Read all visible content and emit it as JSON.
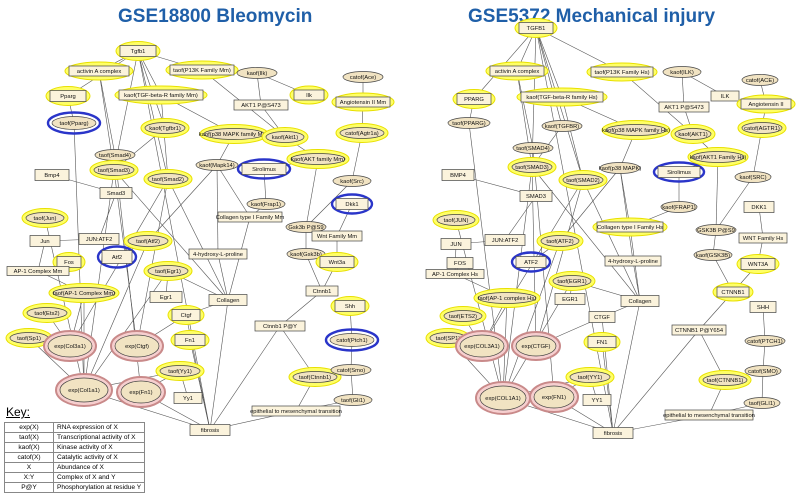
{
  "titles": {
    "left": "GSE18800 Bleomycin",
    "right": "GSE5372 Mechanical injury"
  },
  "key": {
    "title": "Key:",
    "rows": [
      {
        "k": "exp(X)",
        "v": "RNA expression of X"
      },
      {
        "k": "taof(X)",
        "v": "Transcriptional activity of X"
      },
      {
        "k": "kaof(X)",
        "v": "Kinase activity of X"
      },
      {
        "k": "catof(X)",
        "v": "Catalytic activity of X"
      },
      {
        "k": "X",
        "v": "Abundance of X"
      },
      {
        "k": "X:Y",
        "v": "Complex of X and Y"
      },
      {
        "k": "P@Y",
        "v": "Phosphorylation at residue Y"
      }
    ]
  },
  "left_nodes": {
    "tgfb1": "Tgfb1",
    "activin": "activin A complex",
    "p13k": "taof(P13K Family Mm)",
    "kaof_ilk": "kaof(Ilk)",
    "catof_ace": "catof(Ace)",
    "pparg": "Pparg",
    "tgfbeta_r": "kaof(TGF-beta-R family Mm)",
    "akt1_p": "AKT1 P@S473",
    "ilk": "Ilk",
    "angio": "Angiotensin II Mm",
    "taof_pparg": "taof(Pparg)",
    "taof_tgfbr1": "kaof(Tgfbr1)",
    "p38": "kaof(p38 MAPK family Mm)",
    "kaof_akt1": "kaof(Akt1)",
    "catof_agtr1a": "catof(Agtr1a)",
    "taof_smad4": "taof(Smad4)",
    "akt_family": "kaof(AKT family Mm)",
    "bmp4": "Bmp4",
    "taof_smad3": "taof(Smad3)",
    "taof_smad2": "taof(Smad2)",
    "mapk14": "kaof(Mapk14)",
    "sirolimus": "Sirolimus",
    "kaof_src": "kaof(Src)",
    "smad3": "Smad3",
    "kaof_frap1": "kaof(Frap1)",
    "taof_jun": "taof(Jun)",
    "collagen_family": "Collagen type I Family Mm",
    "dkk1": "Dkk1",
    "jun": "Jun",
    "jun_atf2": "JUN:ATF2",
    "taof_atf2": "taof(Atf2)",
    "gsk3b": "Gsk3b P@S9",
    "wnt_family": "Wnt Family Mm",
    "fos": "Fos",
    "ap1": "AP-1 Complex Mm",
    "atf2": "Atf2",
    "hydroxy": "4-hydroxy-L-proline",
    "kaof_gsk3b": "kaof(Gsk3b)",
    "wnt3a": "Wnt3a",
    "taof_egr1": "taof(Egr1)",
    "taof_ap1": "taof(AP-1 Complex Mm)",
    "egr1": "Egr1",
    "collagen": "Collagen",
    "ctnnb1": "Ctnnb1",
    "taof_ets2": "taof(Ets2)",
    "ctgf": "Ctgf",
    "shh": "Shh",
    "taof_sp1": "taof(Sp1)",
    "fn1": "Fn1",
    "ctnnb1_p": "Ctnnb1 P@Y",
    "catof_ptch1": "catof(Ptch1)",
    "exp_col3a1": "exp(Col3a1)",
    "exp_ctgf": "exp(Ctgf)",
    "taof_yy1": "taof(Yy1)",
    "taof_ctnnb1": "taof(Ctnnb1)",
    "catof_smo": "catof(Smo)",
    "exp_col1a1": "exp(Col1a1)",
    "exp_fn1": "exp(Fn1)",
    "yy1": "Yy1",
    "taof_gli1": "taof(Gli1)",
    "emt": "epithelial to mesenchymal transition",
    "fibrosis": "fibrosis"
  },
  "right_nodes": {
    "tgfb1": "TGFB1",
    "activin": "activin A complex",
    "p13k": "taof(P13K Family Hs)",
    "kaof_ilk": "kaof(ILK)",
    "catof_ace": "catof(ACE)",
    "pparg": "PPARG",
    "tgfbeta_r": "kaof(TGF-beta-R family Hs)",
    "akt1_p": "AKT1 P@S473",
    "ilk": "ILK",
    "angio": "Angiotensin II",
    "taof_pparg": "taof(PPARG)",
    "taof_tgfbr1": "kaof(TGFBR)",
    "p38": "kaof(p38 MAPK family Hs)",
    "kaof_akt1": "kaof(AKT1)",
    "catof_agtr1a": "catof(AGTR1)",
    "taof_smad4": "taof(SMAD4)",
    "akt_family": "kaof(AKT1 Family Hs)",
    "bmp4": "BMP4",
    "taof_smad3": "taof(SMAD3)",
    "taof_smad2": "taof(SMAD2)",
    "mapk14": "kaof(p38 MAPK)",
    "sirolimus": "Sirolimus",
    "kaof_src": "kaof(SRC)",
    "smad3": "SMAD3",
    "kaof_frap1": "kaof(FRAP1)",
    "taof_jun": "taof(JUN)",
    "collagen_family": "Collagen type I Family Hs",
    "dkk1": "DKK1",
    "jun": "JUN",
    "jun_atf2": "JUN:ATF2",
    "taof_atf2": "taof(ATF2)",
    "gsk3b": "GSK3B P@S9",
    "wnt_family": "WNT Family Hs",
    "fos": "FOS",
    "ap1": "AP-1 Complex Hs",
    "atf2": "ATF2",
    "hydroxy": "4-hydroxy-L-proline",
    "kaof_gsk3b": "kaof(GSK3B)",
    "wnt3a": "WNT3A",
    "taof_egr1": "taof(EGR1)",
    "taof_ap1": "taof(AP-1 complex Hs)",
    "egr1": "EGR1",
    "collagen": "Collagen",
    "ctnnb1": "CTNNB1",
    "taof_ets2": "taof(ETS2)",
    "ctgf": "CTGF",
    "shh": "SHH",
    "taof_sp1": "taof(SP1)",
    "fn1": "FN1",
    "ctnnb1_p": "CTNNB1 P@Y654",
    "catof_ptch1": "catof(PTCH1)",
    "exp_col3a1": "exp(COL3A1)",
    "exp_ctgf": "exp(CTGF)",
    "taof_yy1": "taof(YY1)",
    "taof_ctnnb1": "taof(CTNNB1)",
    "catof_smo": "catof(SMO)",
    "exp_col1a1": "exp(COL1A1)",
    "exp_fn1": "exp(FN1)",
    "yy1": "YY1",
    "taof_gli1": "taof(GLI1)",
    "emt": "epithelial to mesenchymal transition",
    "fibrosis": "fibrosis"
  }
}
